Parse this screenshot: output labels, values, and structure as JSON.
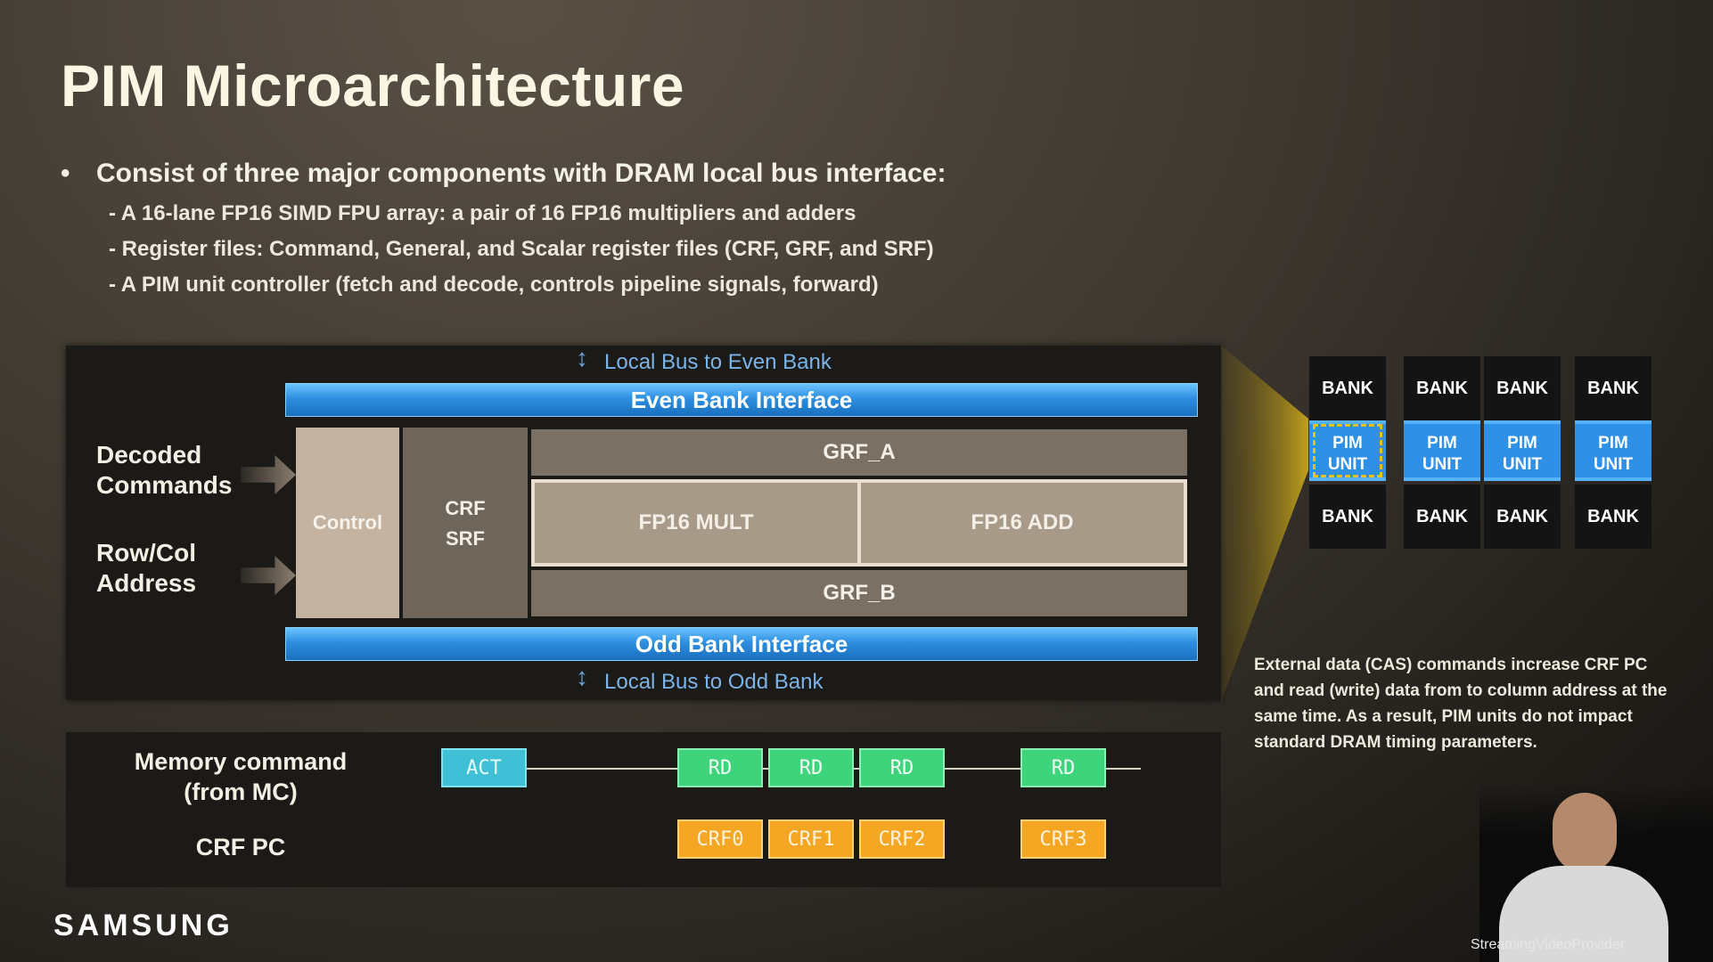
{
  "slide": {
    "title": "PIM Microarchitecture",
    "bullet": "Consist of three major components with DRAM local bus interface:",
    "sub_items": [
      "- A 16-lane FP16 SIMD FPU array: a pair of 16 FP16 multipliers and adders",
      "- Register files: Command, General, and Scalar register files (CRF, GRF, and SRF)",
      "- A PIM unit controller (fetch and decode, controls pipeline signals, forward)"
    ]
  },
  "diagram": {
    "bus_top": "Local Bus to Even Bank",
    "bus_bottom": "Local Bus to Odd Bank",
    "even_iface": "Even Bank Interface",
    "odd_iface": "Odd Bank Interface",
    "inputs": [
      "Decoded Commands",
      "Row/Col Address"
    ],
    "control": "Control",
    "crf_srf": [
      "CRF",
      "SRF"
    ],
    "grf_a": "GRF_A",
    "grf_b": "GRF_B",
    "fp16_mult": "FP16 MULT",
    "fp16_add": "FP16 ADD"
  },
  "timing": {
    "mem_label": [
      "Memory command",
      "(from MC)"
    ],
    "crf_label": "CRF PC",
    "commands": [
      "ACT",
      "RD",
      "RD",
      "RD",
      "RD"
    ],
    "crf_pc": [
      "CRF0",
      "CRF1",
      "CRF2",
      "CRF3"
    ]
  },
  "banks": {
    "bank_label": "BANK",
    "pim_label": [
      "PIM",
      "UNIT"
    ]
  },
  "note": "External data (CAS) commands increase CRF PC and read (write) data from to column address at the same time. As a result, PIM units do not impact standard DRAM timing parameters.",
  "brand": "SAMSUNG",
  "credit": "StreamingVideoProvider",
  "colors": {
    "interface_blue": "#2d8fe0",
    "act": "#3fc0d6",
    "rd": "#3ed47c",
    "crf": "#f5a623"
  }
}
